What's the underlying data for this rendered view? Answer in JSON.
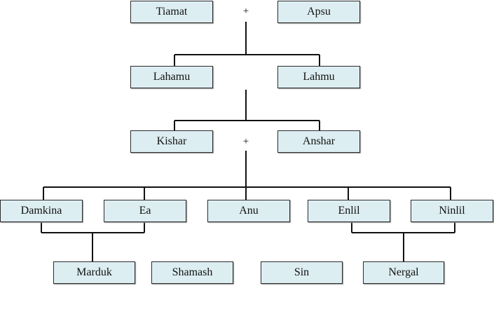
{
  "nodes": {
    "tiamat": "Tiamat",
    "apsu": "Apsu",
    "lahamu": "Lahamu",
    "lahmu": "Lahmu",
    "kishar": "Kishar",
    "anshar": "Anshar",
    "damkina": "Damkina",
    "ea": "Ea",
    "anu": "Anu",
    "enlil": "Enlil",
    "ninlil": "Ninlil",
    "marduk": "Marduk",
    "shamash": "Shamash",
    "sin": "Sin",
    "nergal": "Nergal"
  },
  "union_symbol": "+",
  "colors": {
    "box_fill": "#ddeef2",
    "box_border": "#2b2b2b",
    "line": "#111111"
  }
}
